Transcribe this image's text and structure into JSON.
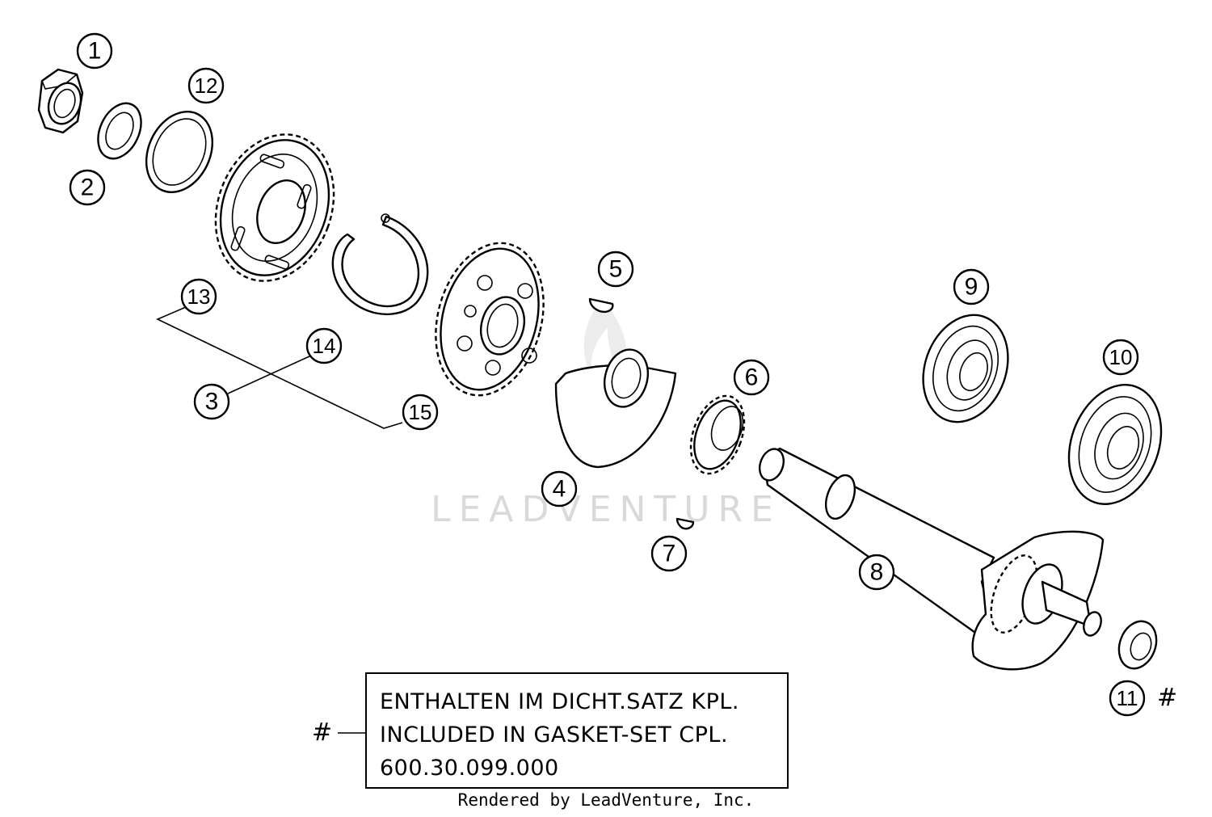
{
  "callouts": [
    {
      "id": "1",
      "label": "1"
    },
    {
      "id": "2",
      "label": "2"
    },
    {
      "id": "3",
      "label": "3"
    },
    {
      "id": "4",
      "label": "4"
    },
    {
      "id": "5",
      "label": "5"
    },
    {
      "id": "6",
      "label": "6"
    },
    {
      "id": "7",
      "label": "7"
    },
    {
      "id": "8",
      "label": "8"
    },
    {
      "id": "9",
      "label": "9"
    },
    {
      "id": "10",
      "label": "10"
    },
    {
      "id": "11",
      "label": "11"
    },
    {
      "id": "12",
      "label": "12"
    },
    {
      "id": "13",
      "label": "13"
    },
    {
      "id": "14",
      "label": "14"
    },
    {
      "id": "15",
      "label": "15"
    }
  ],
  "watermark": "LEADVENTURE",
  "note": {
    "line1": "ENTHALTEN IM DICHT.SATZ KPL.",
    "line2": "INCLUDED IN GASKET-SET CPL.",
    "line3": "600.30.099.000",
    "marker": "#"
  },
  "part11_marker": "#",
  "footer": "Rendered by LeadVenture, Inc."
}
